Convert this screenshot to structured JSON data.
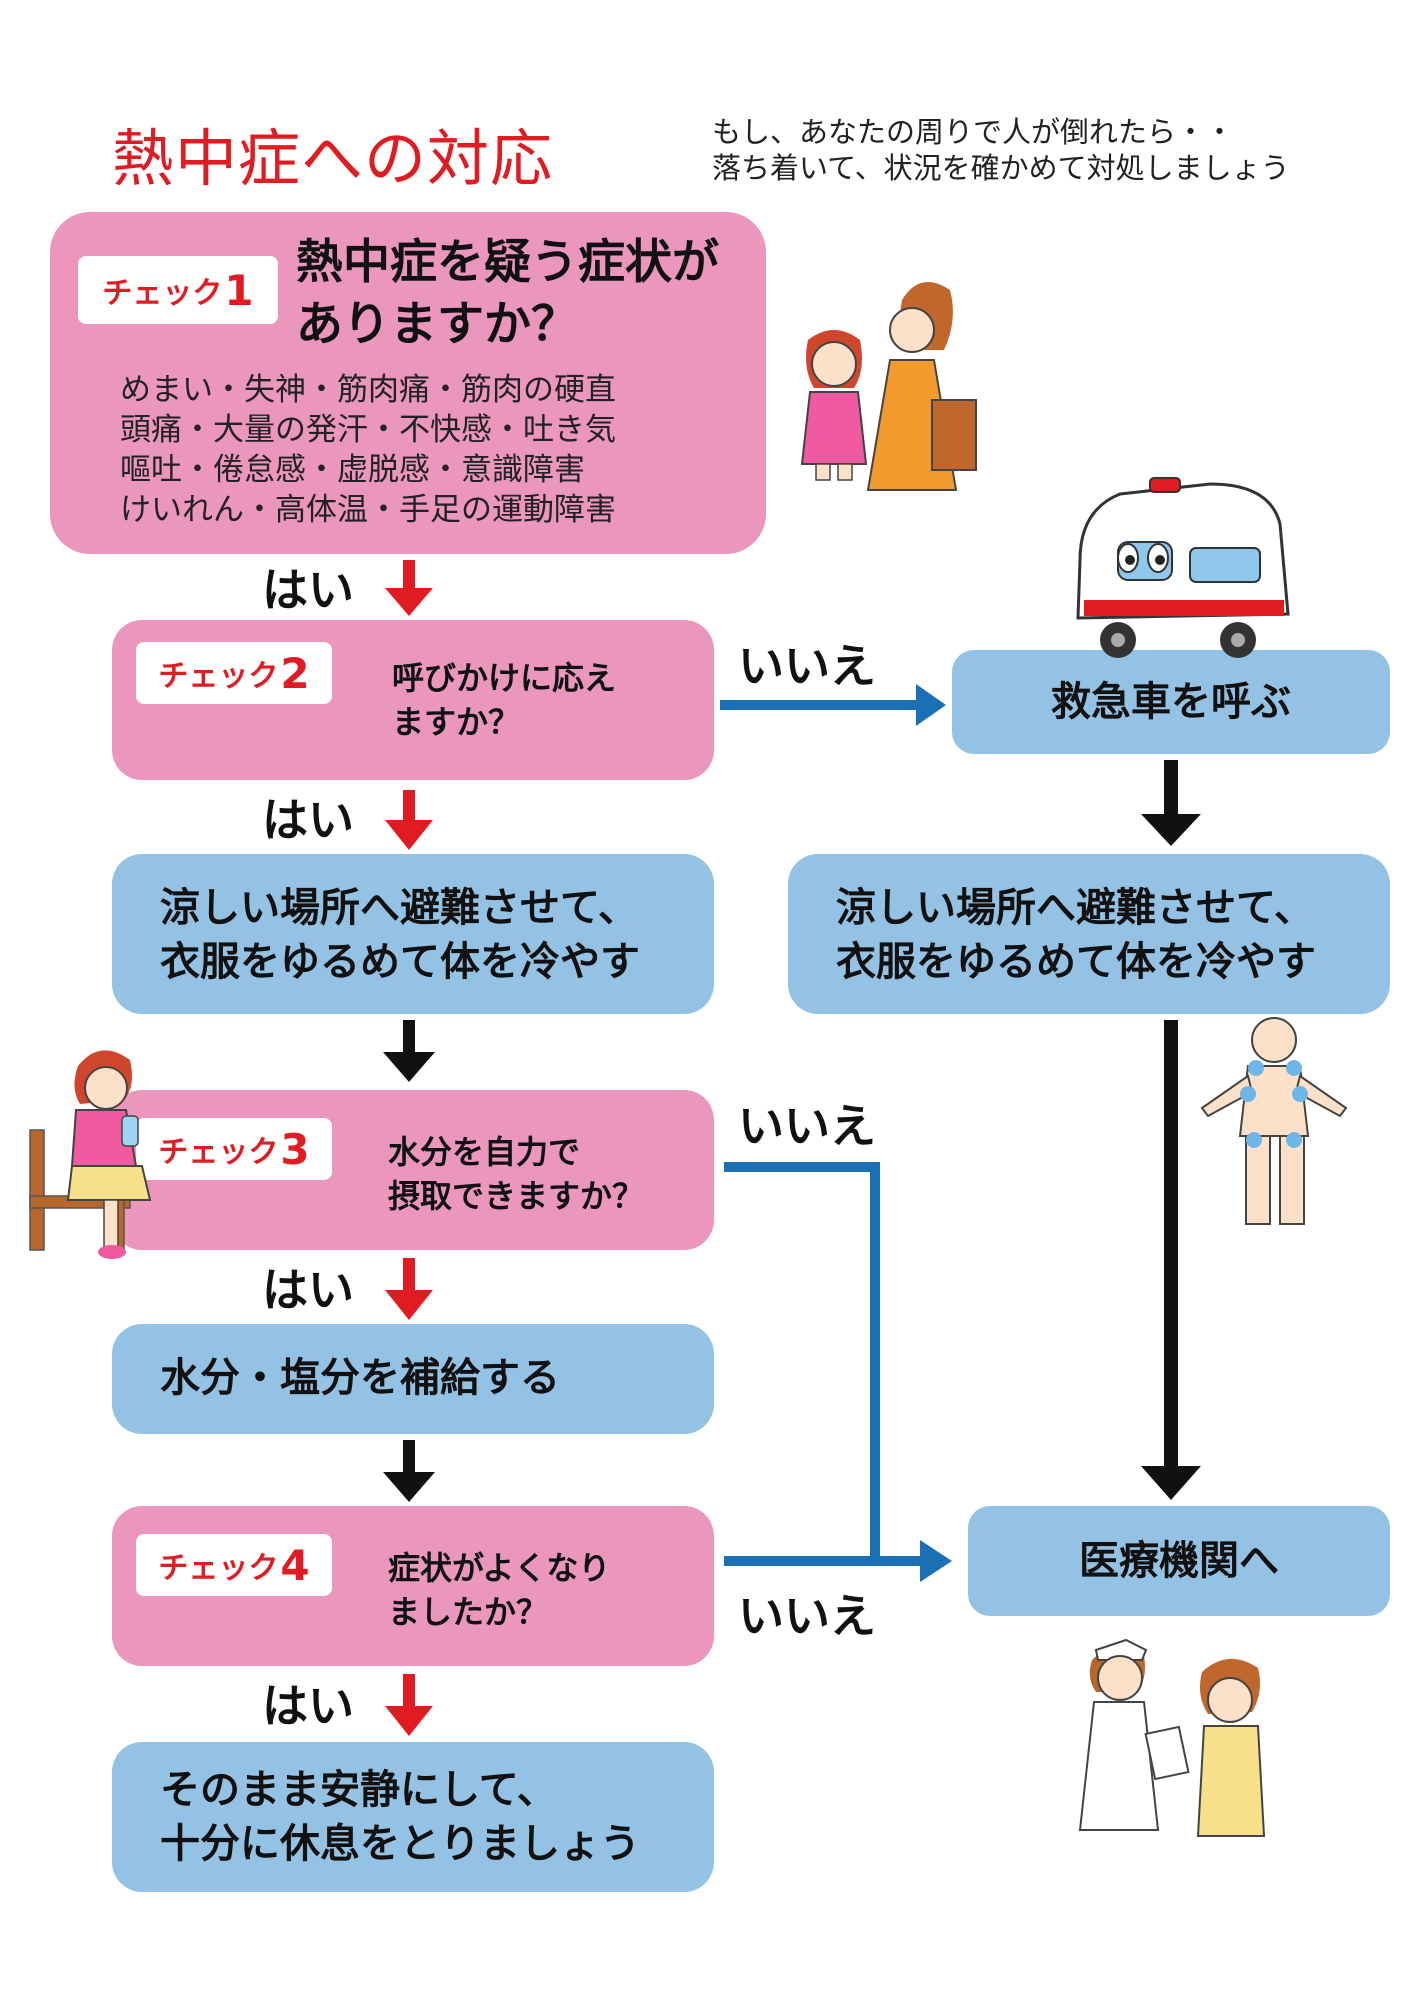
{
  "title": "熱中症への対応",
  "intro": {
    "line1": "もし、あなたの周りで人が倒れたら・・",
    "line2": "落ち着いて、状況を確かめて対処しましょう"
  },
  "check1": {
    "badge_label": "チェック",
    "badge_num": "1",
    "question_line1": "熱中症を疑う症状が",
    "question_line2": "ありますか？",
    "symptoms": [
      "めまい・失神・筋肉痛・筋肉の硬直",
      "頭痛・大量の発汗・不快感・吐き気",
      "嘔吐・倦怠感・虚脱感・意識障害",
      "けいれん・高体温・手足の運動障害"
    ]
  },
  "check2": {
    "badge_label": "チェック",
    "badge_num": "2",
    "question_line1": "呼びかけに応え",
    "question_line2": "ますか？"
  },
  "check3": {
    "badge_label": "チェック",
    "badge_num": "3",
    "question_line1": "水分を自力で",
    "question_line2": "摂取できますか？"
  },
  "check4": {
    "badge_label": "チェック",
    "badge_num": "4",
    "question_line1": "症状がよくなり",
    "question_line2": "ましたか？"
  },
  "actions": {
    "cool_line1": "涼しい場所へ避難させて、",
    "cool_line2": "衣服をゆるめて体を冷やす",
    "hydrate": "水分・塩分を補給する",
    "rest_line1": "そのまま安静にして、",
    "rest_line2": "十分に休息をとりましょう",
    "ambulance": "救急車を呼ぶ",
    "cool_right_line1": "涼しい場所へ避難させて、",
    "cool_right_line2": "衣服をゆるめて体を冷やす",
    "hospital": "医療機関へ"
  },
  "labels": {
    "yes": "はい",
    "no": "いいえ"
  },
  "colors": {
    "title_red": "#e11b22",
    "question_pink": "#eb96bc",
    "action_blue": "#94c2e4",
    "yes_arrow_red": "#e11b22",
    "no_arrow_blue": "#1a6fb5",
    "flow_arrow_black": "#111111"
  },
  "illustrations": [
    "girl-and-mother-icon",
    "ambulance-mascot-icon",
    "girl-drinking-icon",
    "body-cooling-points-icon",
    "nurse-and-patient-icon"
  ]
}
